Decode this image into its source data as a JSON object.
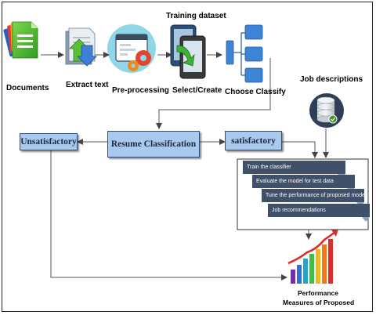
{
  "labels": {
    "documents": "Documents",
    "extract_text": "Extract text",
    "training_dataset": "Training dataset",
    "pre_processing": "Pre-processing",
    "select_create": "Select/Create",
    "choose_classify": "Choose Classify",
    "job_descriptions": "Job descriptions",
    "performance_line1": "Performance",
    "performance_line2": "Measures of Proposed"
  },
  "boxes": {
    "unsatisfactory": "Unsatisfactory",
    "resume_classification": "Resume Classification",
    "satisfactory": "satisfactory"
  },
  "steps": [
    "Train the classifier",
    "Evaluate the model for test data",
    "Tune the performance of proposed model",
    "Job recommendations"
  ],
  "colors": {
    "box_fill": "#a8c8ec",
    "step_fill": "#3f5068",
    "arrow": "#555555"
  }
}
